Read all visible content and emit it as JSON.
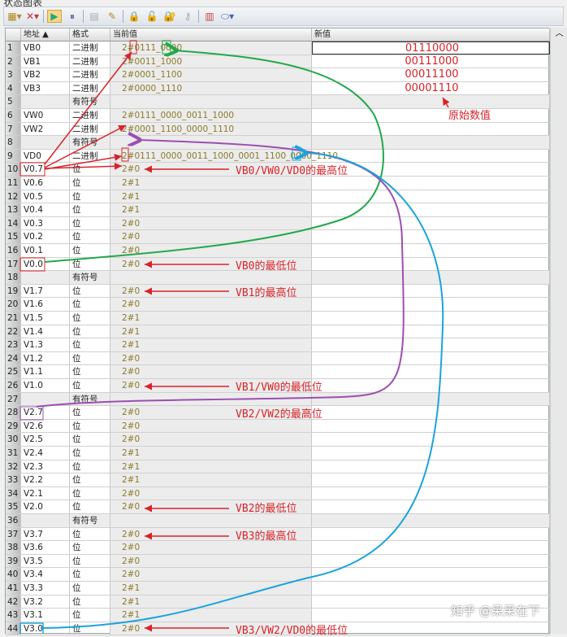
{
  "window": {
    "title": "状态图表"
  },
  "toolbar": {
    "icons": [
      "insert-icon",
      "delete-icon",
      "trend-run-icon",
      "pause-icon",
      "read-icon",
      "write-icon",
      "force-icon",
      "unforce-icon",
      "unforce-all-icon",
      "read-forced-icon",
      "trend-view-icon",
      "tag-icon"
    ]
  },
  "columns": {
    "address": "地址 ▲",
    "format": "格式",
    "current": "当前值",
    "new": "新值"
  },
  "rows": [
    {
      "n": "1",
      "addr": "VB0",
      "fmt": "二进制",
      "val": "2#0111_0000",
      "new": "01110000"
    },
    {
      "n": "2",
      "addr": "VB1",
      "fmt": "二进制",
      "val": "2#0011_1000",
      "new": "00111000"
    },
    {
      "n": "3",
      "addr": "VB2",
      "fmt": "二进制",
      "val": "2#0001_1100",
      "new": "00011100"
    },
    {
      "n": "4",
      "addr": "VB3",
      "fmt": "二进制",
      "val": "2#0000_1110",
      "new": "00001110"
    },
    {
      "n": "5",
      "addr": "",
      "fmt": "有符号",
      "val": "",
      "new": ""
    },
    {
      "n": "6",
      "addr": "VW0",
      "fmt": "二进制",
      "val": "2#0111_0000_0011_1000",
      "new": ""
    },
    {
      "n": "7",
      "addr": "VW2",
      "fmt": "二进制",
      "val": "2#0001_1100_0000_1110",
      "new": ""
    },
    {
      "n": "8",
      "addr": "",
      "fmt": "有符号",
      "val": "",
      "new": ""
    },
    {
      "n": "9",
      "addr": "VD0",
      "fmt": "二进制",
      "val": "2#0111_0000_0011_1000_0001_1100_0000_1110",
      "new": ""
    },
    {
      "n": "10",
      "addr": "V0.7",
      "fmt": "位",
      "val": "2#0",
      "new": ""
    },
    {
      "n": "11",
      "addr": "V0.6",
      "fmt": "位",
      "val": "2#1",
      "new": ""
    },
    {
      "n": "12",
      "addr": "V0.5",
      "fmt": "位",
      "val": "2#1",
      "new": ""
    },
    {
      "n": "13",
      "addr": "V0.4",
      "fmt": "位",
      "val": "2#1",
      "new": ""
    },
    {
      "n": "14",
      "addr": "V0.3",
      "fmt": "位",
      "val": "2#0",
      "new": ""
    },
    {
      "n": "15",
      "addr": "V0.2",
      "fmt": "位",
      "val": "2#0",
      "new": ""
    },
    {
      "n": "16",
      "addr": "V0.1",
      "fmt": "位",
      "val": "2#0",
      "new": ""
    },
    {
      "n": "17",
      "addr": "V0.0",
      "fmt": "位",
      "val": "2#0",
      "new": ""
    },
    {
      "n": "18",
      "addr": "",
      "fmt": "有符号",
      "val": "",
      "new": ""
    },
    {
      "n": "19",
      "addr": "V1.7",
      "fmt": "位",
      "val": "2#0",
      "new": ""
    },
    {
      "n": "20",
      "addr": "V1.6",
      "fmt": "位",
      "val": "2#0",
      "new": ""
    },
    {
      "n": "21",
      "addr": "V1.5",
      "fmt": "位",
      "val": "2#1",
      "new": ""
    },
    {
      "n": "22",
      "addr": "V1.4",
      "fmt": "位",
      "val": "2#1",
      "new": ""
    },
    {
      "n": "23",
      "addr": "V1.3",
      "fmt": "位",
      "val": "2#1",
      "new": ""
    },
    {
      "n": "24",
      "addr": "V1.2",
      "fmt": "位",
      "val": "2#0",
      "new": ""
    },
    {
      "n": "25",
      "addr": "V1.1",
      "fmt": "位",
      "val": "2#0",
      "new": ""
    },
    {
      "n": "26",
      "addr": "V1.0",
      "fmt": "位",
      "val": "2#0",
      "new": ""
    },
    {
      "n": "27",
      "addr": "",
      "fmt": "有符号",
      "val": "",
      "new": ""
    },
    {
      "n": "28",
      "addr": "V2.7",
      "fmt": "位",
      "val": "2#0",
      "new": ""
    },
    {
      "n": "29",
      "addr": "V2.6",
      "fmt": "位",
      "val": "2#0",
      "new": ""
    },
    {
      "n": "30",
      "addr": "V2.5",
      "fmt": "位",
      "val": "2#0",
      "new": ""
    },
    {
      "n": "31",
      "addr": "V2.4",
      "fmt": "位",
      "val": "2#1",
      "new": ""
    },
    {
      "n": "32",
      "addr": "V2.3",
      "fmt": "位",
      "val": "2#1",
      "new": ""
    },
    {
      "n": "33",
      "addr": "V2.2",
      "fmt": "位",
      "val": "2#1",
      "new": ""
    },
    {
      "n": "34",
      "addr": "V2.1",
      "fmt": "位",
      "val": "2#0",
      "new": ""
    },
    {
      "n": "35",
      "addr": "V2.0",
      "fmt": "位",
      "val": "2#0",
      "new": ""
    },
    {
      "n": "36",
      "addr": "",
      "fmt": "有符号",
      "val": "",
      "new": ""
    },
    {
      "n": "37",
      "addr": "V3.7",
      "fmt": "位",
      "val": "2#0",
      "new": ""
    },
    {
      "n": "38",
      "addr": "V3.6",
      "fmt": "位",
      "val": "2#0",
      "new": ""
    },
    {
      "n": "39",
      "addr": "V3.5",
      "fmt": "位",
      "val": "2#0",
      "new": ""
    },
    {
      "n": "40",
      "addr": "V3.4",
      "fmt": "位",
      "val": "2#0",
      "new": ""
    },
    {
      "n": "41",
      "addr": "V3.3",
      "fmt": "位",
      "val": "2#1",
      "new": ""
    },
    {
      "n": "42",
      "addr": "V3.2",
      "fmt": "位",
      "val": "2#1",
      "new": ""
    },
    {
      "n": "43",
      "addr": "V3.1",
      "fmt": "位",
      "val": "2#1",
      "new": ""
    },
    {
      "n": "44",
      "addr": "V3.0",
      "fmt": "位",
      "val": "2#0",
      "new": ""
    }
  ],
  "annotations": [
    {
      "row": 6,
      "text": "原始数值"
    },
    {
      "row": 10,
      "text": "VB0/VW0/VD0的最高位"
    },
    {
      "row": 17,
      "text": "VB0的最低位"
    },
    {
      "row": 19,
      "text": "VB1的最高位"
    },
    {
      "row": 26,
      "text": "VB1/VW0的最低位"
    },
    {
      "row": 28,
      "text": "VB2/VW2的最高位"
    },
    {
      "row": 35,
      "text": "VB2的最低位"
    },
    {
      "row": 37,
      "text": "VB3的最高位"
    },
    {
      "row": 44,
      "text": "VB3/VW2/VD0的最低位"
    }
  ],
  "colors": {
    "annotation": "#d8232a",
    "value_text": "#8a7b2b",
    "green_arrow": "#22a84a",
    "purple_arrow": "#9b4fb0",
    "blue_arrow": "#1ba3dd"
  },
  "watermark": "知乎 @呆呆在下"
}
